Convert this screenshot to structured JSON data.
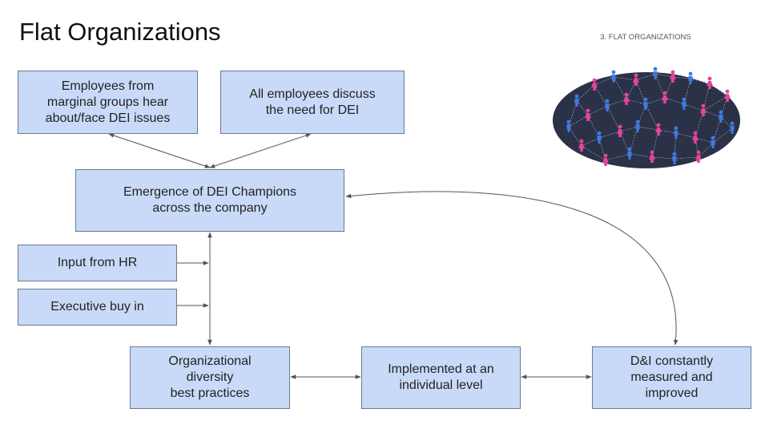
{
  "slide": {
    "title": "Flat Organizations"
  },
  "diagram": {
    "nodes": {
      "employees_marginal": "Employees from\nmarginal groups hear\nabout/face DEI issues",
      "all_discuss": "All employees discuss\nthe need for DEI",
      "champions": "Emergence of DEI Champions\nacross the company",
      "input_hr": "Input from HR",
      "exec_buy_in": "Executive buy in",
      "org_diversity": "Organizational\ndiversity\nbest practices",
      "individual": "Implemented at an\nindividual level",
      "measured": "D&I constantly\nmeasured and\nimproved"
    }
  },
  "illustration": {
    "label": "3. FLAT ORGANIZATIONS",
    "colors": {
      "background": "#2b3247",
      "male": "#3d7be3",
      "female": "#e5449a",
      "link": "#9aa3b8"
    }
  },
  "colors": {
    "box_fill": "#c9daf8",
    "box_border": "#6d7a8c",
    "arrow": "#555555"
  }
}
